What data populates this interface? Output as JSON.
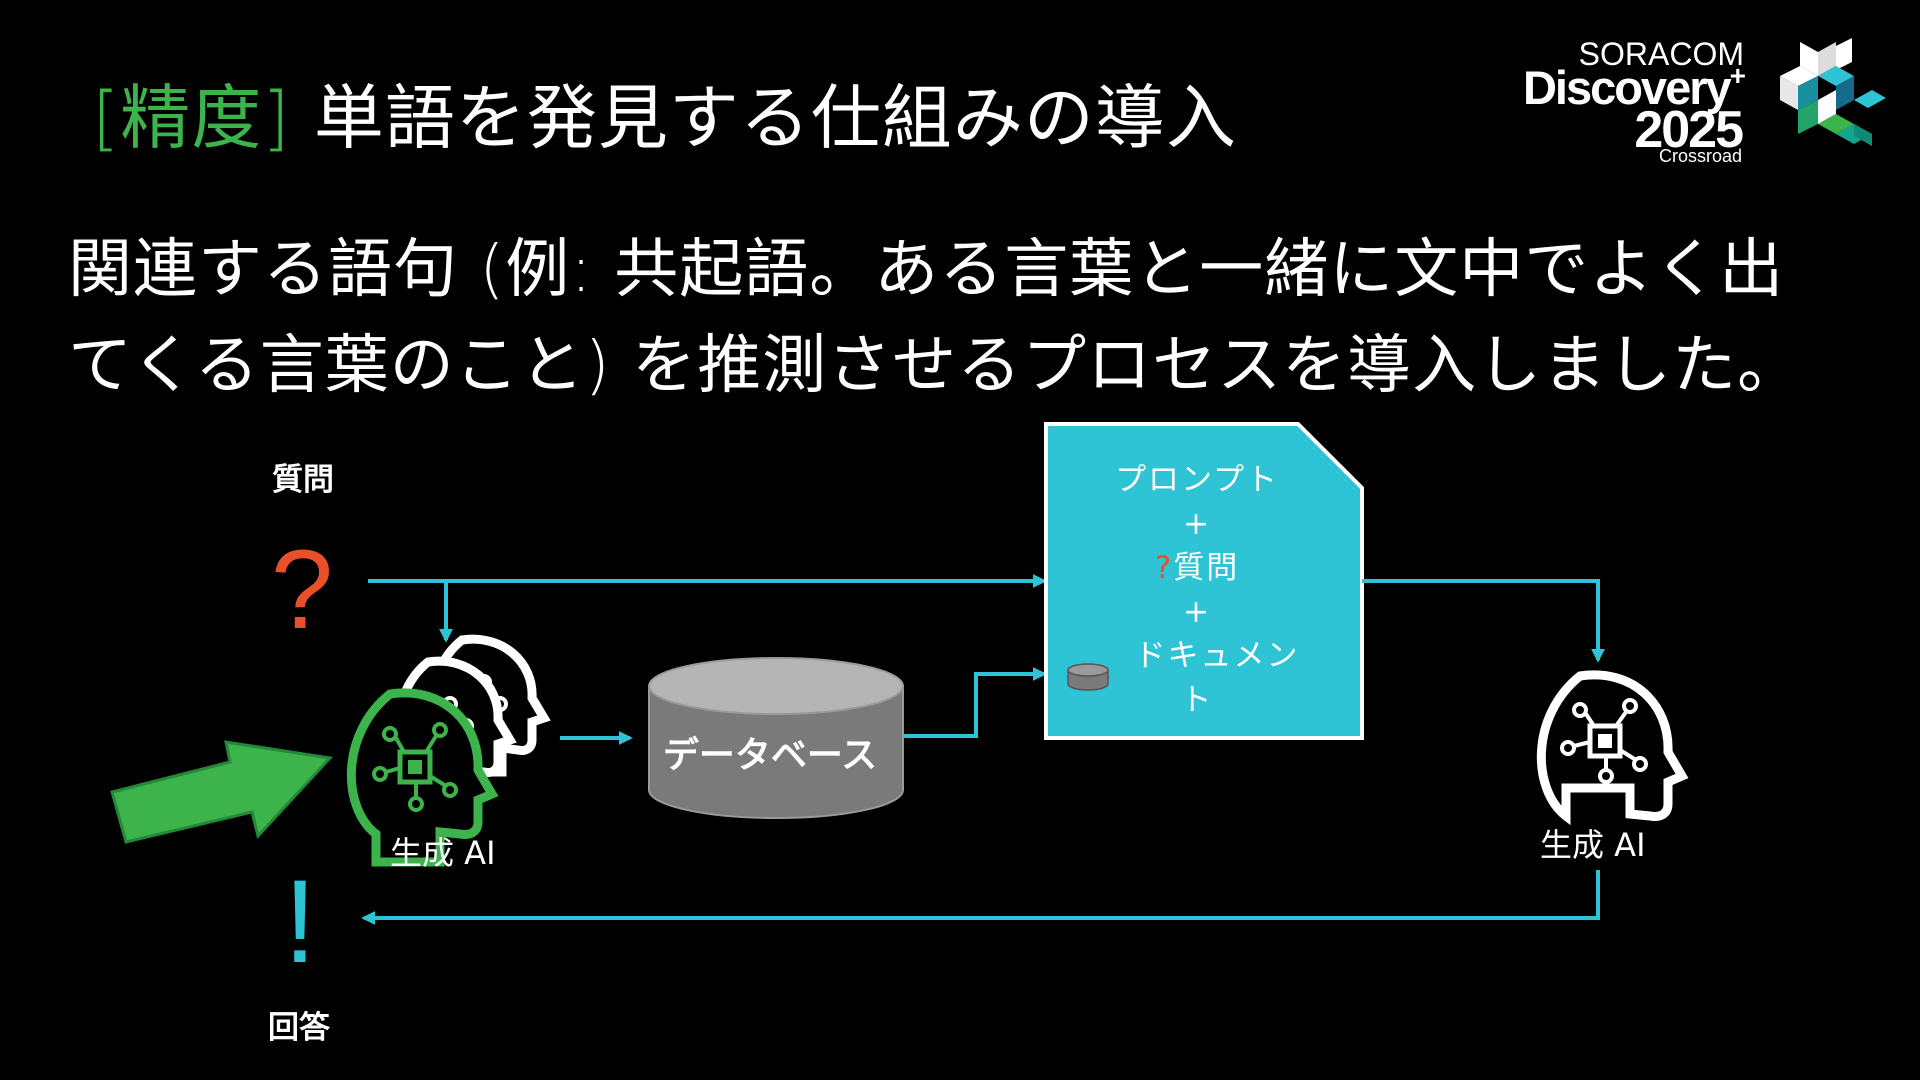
{
  "title": {
    "accent": "[精度]",
    "main": " 単語を発見する仕組みの導入"
  },
  "body": {
    "line1": "関連する語句 (例: 共起語。ある言葉と一緒に文中でよく出",
    "line2": "てくる言葉のこと) を推測させるプロセスを導入しました。"
  },
  "logo": {
    "line1": "SORACOM",
    "line2": "Discovery",
    "plus": "+",
    "year": "2025",
    "sub": "Crossroad"
  },
  "diagram": {
    "question_label": "質問",
    "question_mark": "?",
    "answer_label": "回答",
    "answer_mark": "!",
    "genai_left_label": "生成 AI",
    "genai_right_label": "生成 AI",
    "database_label": "データベース",
    "prompt_doc": {
      "line1": "プロンプト",
      "plus1": "+",
      "q_mark": "?",
      "q_text": "質問",
      "plus2": "+",
      "doc_line1": "ドキュメン",
      "doc_line2": "ト"
    },
    "colors": {
      "arrow": "#2ec4d6",
      "document_fill": "#2ec4d6",
      "question_mark": "#e8502a",
      "highlight_arrow": "#3cb44b",
      "accent_text": "#3cb44b",
      "database_fill": "#7a7a7a",
      "database_top": "#b5b5b5"
    }
  }
}
